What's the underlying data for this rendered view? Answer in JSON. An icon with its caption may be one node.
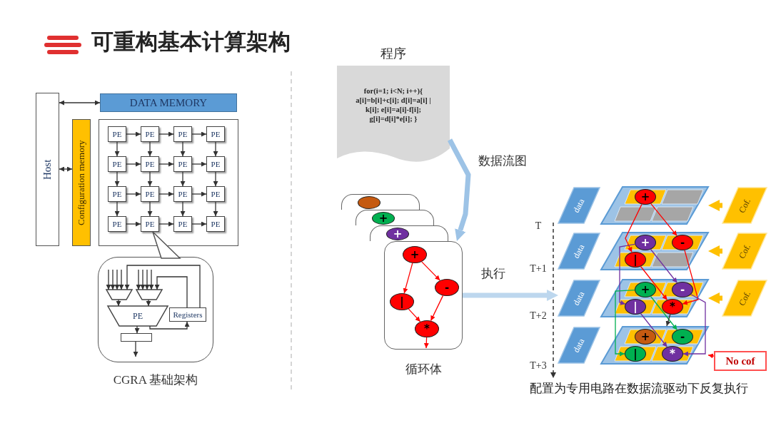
{
  "diagram": {
    "title": "可重构基本计算架构",
    "nodes": [
      {
        "text": [
          "Host"
        ]
      },
      {
        "text": [
          "DATA MEMORY"
        ]
      },
      {
        "text": [
          "Configuration memory"
        ]
      },
      {
        "text": [],
        "shape": "box"
      },
      {
        "text": [
          "PE"
        ],
        "in": 3
      },
      {
        "text": [
          "PE"
        ],
        "in": 3
      },
      {
        "text": [
          "PE"
        ],
        "in": 3
      },
      {
        "text": [
          "PE"
        ],
        "in": 3
      },
      {
        "text": [
          "PE"
        ],
        "in": 3
      },
      {
        "text": [
          "PE"
        ],
        "in": 3
      },
      {
        "text": [
          "PE"
        ],
        "in": 3
      },
      {
        "text": [
          "PE"
        ],
        "in": 3
      },
      {
        "text": [
          "PE"
        ],
        "in": 3
      },
      {
        "text": [
          "PE"
        ],
        "in": 3
      },
      {
        "text": [
          "PE"
        ],
        "in": 3
      },
      {
        "text": [
          "PE"
        ],
        "in": 3
      },
      {
        "text": [
          "PE"
        ],
        "in": 3
      },
      {
        "text": [
          "PE"
        ],
        "in": 3
      },
      {
        "text": [
          "PE"
        ],
        "in": 3
      },
      {
        "text": [
          "PE"
        ],
        "in": 3
      },
      {
        "text": [],
        "shape": "box"
      },
      {
        "text": [],
        "shape": "trapezoid",
        "in": 20
      },
      {
        "text": [],
        "shape": "trapezoid",
        "in": 20
      },
      {
        "text": [
          "PE"
        ],
        "in": 20
      },
      {
        "text": [
          "Registers"
        ],
        "in": 20
      },
      {
        "text": [],
        "shape": "box",
        "in": 20
      },
      {
        "text": [
          "程序",
          "for(i=1; i<N; i++){ a[i]=b[i]+c[i]; d[i]=a[i] | k[i]; e[i]=a[i]-f[i]; g[i]=d[i]*e[i]; }"
        ]
      },
      {
        "text": [],
        "shape": "box"
      },
      {
        "text": [],
        "shape": "box"
      },
      {
        "text": [],
        "shape": "box"
      },
      {
        "text": [],
        "shape": "box",
        "beside": [
          "循环体"
        ]
      },
      {
        "text": [],
        "shape": "circle",
        "in": 27
      },
      {
        "text": [
          "+"
        ],
        "in": 28
      },
      {
        "text": [
          "+"
        ],
        "in": 29
      },
      {
        "text": [
          "+"
        ],
        "in": 30
      },
      {
        "text": [
          "-"
        ],
        "in": 30
      },
      {
        "text": [
          "|"
        ],
        "in": 30
      },
      {
        "text": [
          "*"
        ],
        "in": 30
      },
      {
        "text": [
          "data"
        ]
      },
      {
        "text": [
          "data"
        ]
      },
      {
        "text": [
          "data"
        ]
      },
      {
        "text": [
          "data"
        ]
      },
      {
        "text": [],
        "shape": "parallelogram"
      },
      {
        "text": [],
        "shape": "parallelogram"
      },
      {
        "text": [],
        "shape": "parallelogram"
      },
      {
        "text": [],
        "shape": "parallelogram"
      },
      {
        "text": [
          "Cof."
        ]
      },
      {
        "text": [
          "Cof."
        ]
      },
      {
        "text": [
          "Cof."
        ]
      },
      {
        "text": [
          "No cof"
        ]
      },
      {
        "text": [
          "+"
        ],
        "in": 42
      },
      {
        "text": [
          "+"
        ],
        "in": 43
      },
      {
        "text": [
          "-"
        ],
        "in": 43
      },
      {
        "text": [
          "|"
        ],
        "in": 43
      },
      {
        "text": [
          "+"
        ],
        "in": 44
      },
      {
        "text": [
          "-"
        ],
        "in": 44
      },
      {
        "text": [
          "|"
        ],
        "in": 44
      },
      {
        "text": [
          "*"
        ],
        "in": 44
      },
      {
        "text": [
          "+"
        ],
        "in": 45
      },
      {
        "text": [
          "-"
        ],
        "in": 45
      },
      {
        "text": [
          "|"
        ],
        "in": 45
      },
      {
        "text": [
          "*"
        ],
        "in": 45
      }
    ],
    "edges": [
      {
        "from": 0,
        "to": 1,
        "arrow": "both"
      },
      {
        "from": 0,
        "to": 2,
        "arrow": "both"
      },
      {
        "from": 4,
        "to": 5,
        "arrow": "to"
      },
      {
        "from": 5,
        "to": 6,
        "arrow": "to"
      },
      {
        "from": 6,
        "to": 7,
        "arrow": "to"
      },
      {
        "from": 8,
        "to": 9,
        "arrow": "to"
      },
      {
        "from": 9,
        "to": 10,
        "arrow": "to"
      },
      {
        "from": 10,
        "to": 11,
        "arrow": "to"
      },
      {
        "from": 12,
        "to": 13,
        "arrow": "to"
      },
      {
        "from": 13,
        "to": 14,
        "arrow": "to"
      },
      {
        "from": 14,
        "to": 15,
        "arrow": "to"
      },
      {
        "from": 16,
        "to": 17,
        "arrow": "to"
      },
      {
        "from": 17,
        "to": 18,
        "arrow": "to"
      },
      {
        "from": 18,
        "to": 19,
        "arrow": "to"
      },
      {
        "from": 4,
        "to": 8,
        "arrow": "to"
      },
      {
        "from": 5,
        "to": 9,
        "arrow": "to"
      },
      {
        "from": 6,
        "to": 10,
        "arrow": "to"
      },
      {
        "from": 7,
        "to": 11,
        "arrow": "to"
      },
      {
        "from": 8,
        "to": 12,
        "arrow": "to"
      },
      {
        "from": 9,
        "to": 13,
        "arrow": "to"
      },
      {
        "from": 10,
        "to": 14,
        "arrow": "to"
      },
      {
        "from": 11,
        "to": 15,
        "arrow": "to"
      },
      {
        "from": 12,
        "to": 16,
        "arrow": "to"
      },
      {
        "from": 13,
        "to": 17,
        "arrow": "to"
      },
      {
        "from": 14,
        "to": 18,
        "arrow": "to"
      },
      {
        "from": 15,
        "to": 19,
        "arrow": "to"
      },
      {
        "from": null,
        "to": 21,
        "arrow": "to"
      },
      {
        "from": null,
        "to": 21,
        "arrow": "to"
      },
      {
        "from": null,
        "to": 21,
        "arrow": "to"
      },
      {
        "from": null,
        "to": 21,
        "arrow": "to"
      },
      {
        "from": null,
        "to": 22,
        "arrow": "to"
      },
      {
        "from": null,
        "to": 22,
        "arrow": "to"
      },
      {
        "from": null,
        "to": 22,
        "arrow": "to"
      },
      {
        "from": null,
        "to": 22,
        "arrow": "to"
      },
      {
        "from": 21,
        "to": 23,
        "arrow": "to"
      },
      {
        "from": 22,
        "to": 23,
        "arrow": "to"
      },
      {
        "from": 23,
        "to": 25,
        "arrow": "to"
      },
      {
        "from": 23,
        "to": 24,
        "arrow": "to"
      },
      {
        "from": 24,
        "to": 21,
        "arrow": "to"
      },
      {
        "from": 24,
        "to": 22,
        "arrow": "to"
      },
      {
        "from": 25,
        "to": null,
        "arrow": "to"
      },
      {
        "from": 26,
        "to": 30,
        "arrow": "to",
        "label": "数据流图",
        "style": "thick",
        "color": "#9dc3e6"
      },
      {
        "from": 34,
        "to": 36,
        "arrow": "to",
        "color": "#ff0000"
      },
      {
        "from": 34,
        "to": 35,
        "arrow": "to",
        "color": "#ff0000"
      },
      {
        "from": 36,
        "to": 37,
        "arrow": "to",
        "color": "#ff0000"
      },
      {
        "from": 35,
        "to": 37,
        "arrow": "to",
        "color": "#ff0000"
      },
      {
        "from": 37,
        "to": null,
        "arrow": "to",
        "color": "#ff0000"
      },
      {
        "from": 30,
        "to": 40,
        "arrow": "to",
        "label": "执行",
        "style": "thick",
        "color": "#bdd7ee"
      },
      {
        "from": 50,
        "to": 53,
        "arrow": "to",
        "color": "#ff0000"
      },
      {
        "from": 50,
        "to": 52,
        "arrow": "to",
        "color": "#ff0000"
      },
      {
        "from": 53,
        "to": 57,
        "arrow": "to",
        "color": "#ff0000"
      },
      {
        "from": 52,
        "to": 57,
        "arrow": "to",
        "color": "#ff0000"
      },
      {
        "from": 51,
        "to": 56,
        "arrow": "to",
        "color": "#7030a0"
      },
      {
        "from": 51,
        "to": 55,
        "arrow": "to",
        "color": "#7030a0"
      },
      {
        "from": 56,
        "to": 61,
        "arrow": "to",
        "color": "#7030a0"
      },
      {
        "from": 55,
        "to": 61,
        "arrow": "to",
        "color": "#7030a0"
      },
      {
        "from": 54,
        "to": 60,
        "arrow": "to",
        "color": "#00b050"
      },
      {
        "from": 54,
        "to": 59,
        "arrow": "to",
        "color": "#00b050"
      },
      {
        "from": 57,
        "to": null,
        "arrow": "to"
      },
      {
        "from": 46,
        "to": 42,
        "arrow": "to",
        "style": "thick",
        "color": "#ffc000"
      },
      {
        "from": 47,
        "to": 43,
        "arrow": "to",
        "style": "thick",
        "color": "#ffc000"
      },
      {
        "from": 48,
        "to": 44,
        "arrow": "to",
        "style": "thick",
        "color": "#ffc000"
      },
      {
        "from": 49,
        "to": 45,
        "arrow": "to",
        "color": "#ff0000"
      }
    ],
    "labels": [
      "CGRA 基础架构",
      "T",
      "T+1",
      "T+2",
      "T+3",
      "配置为专用电路在数据流驱动下反复执行"
    ]
  }
}
